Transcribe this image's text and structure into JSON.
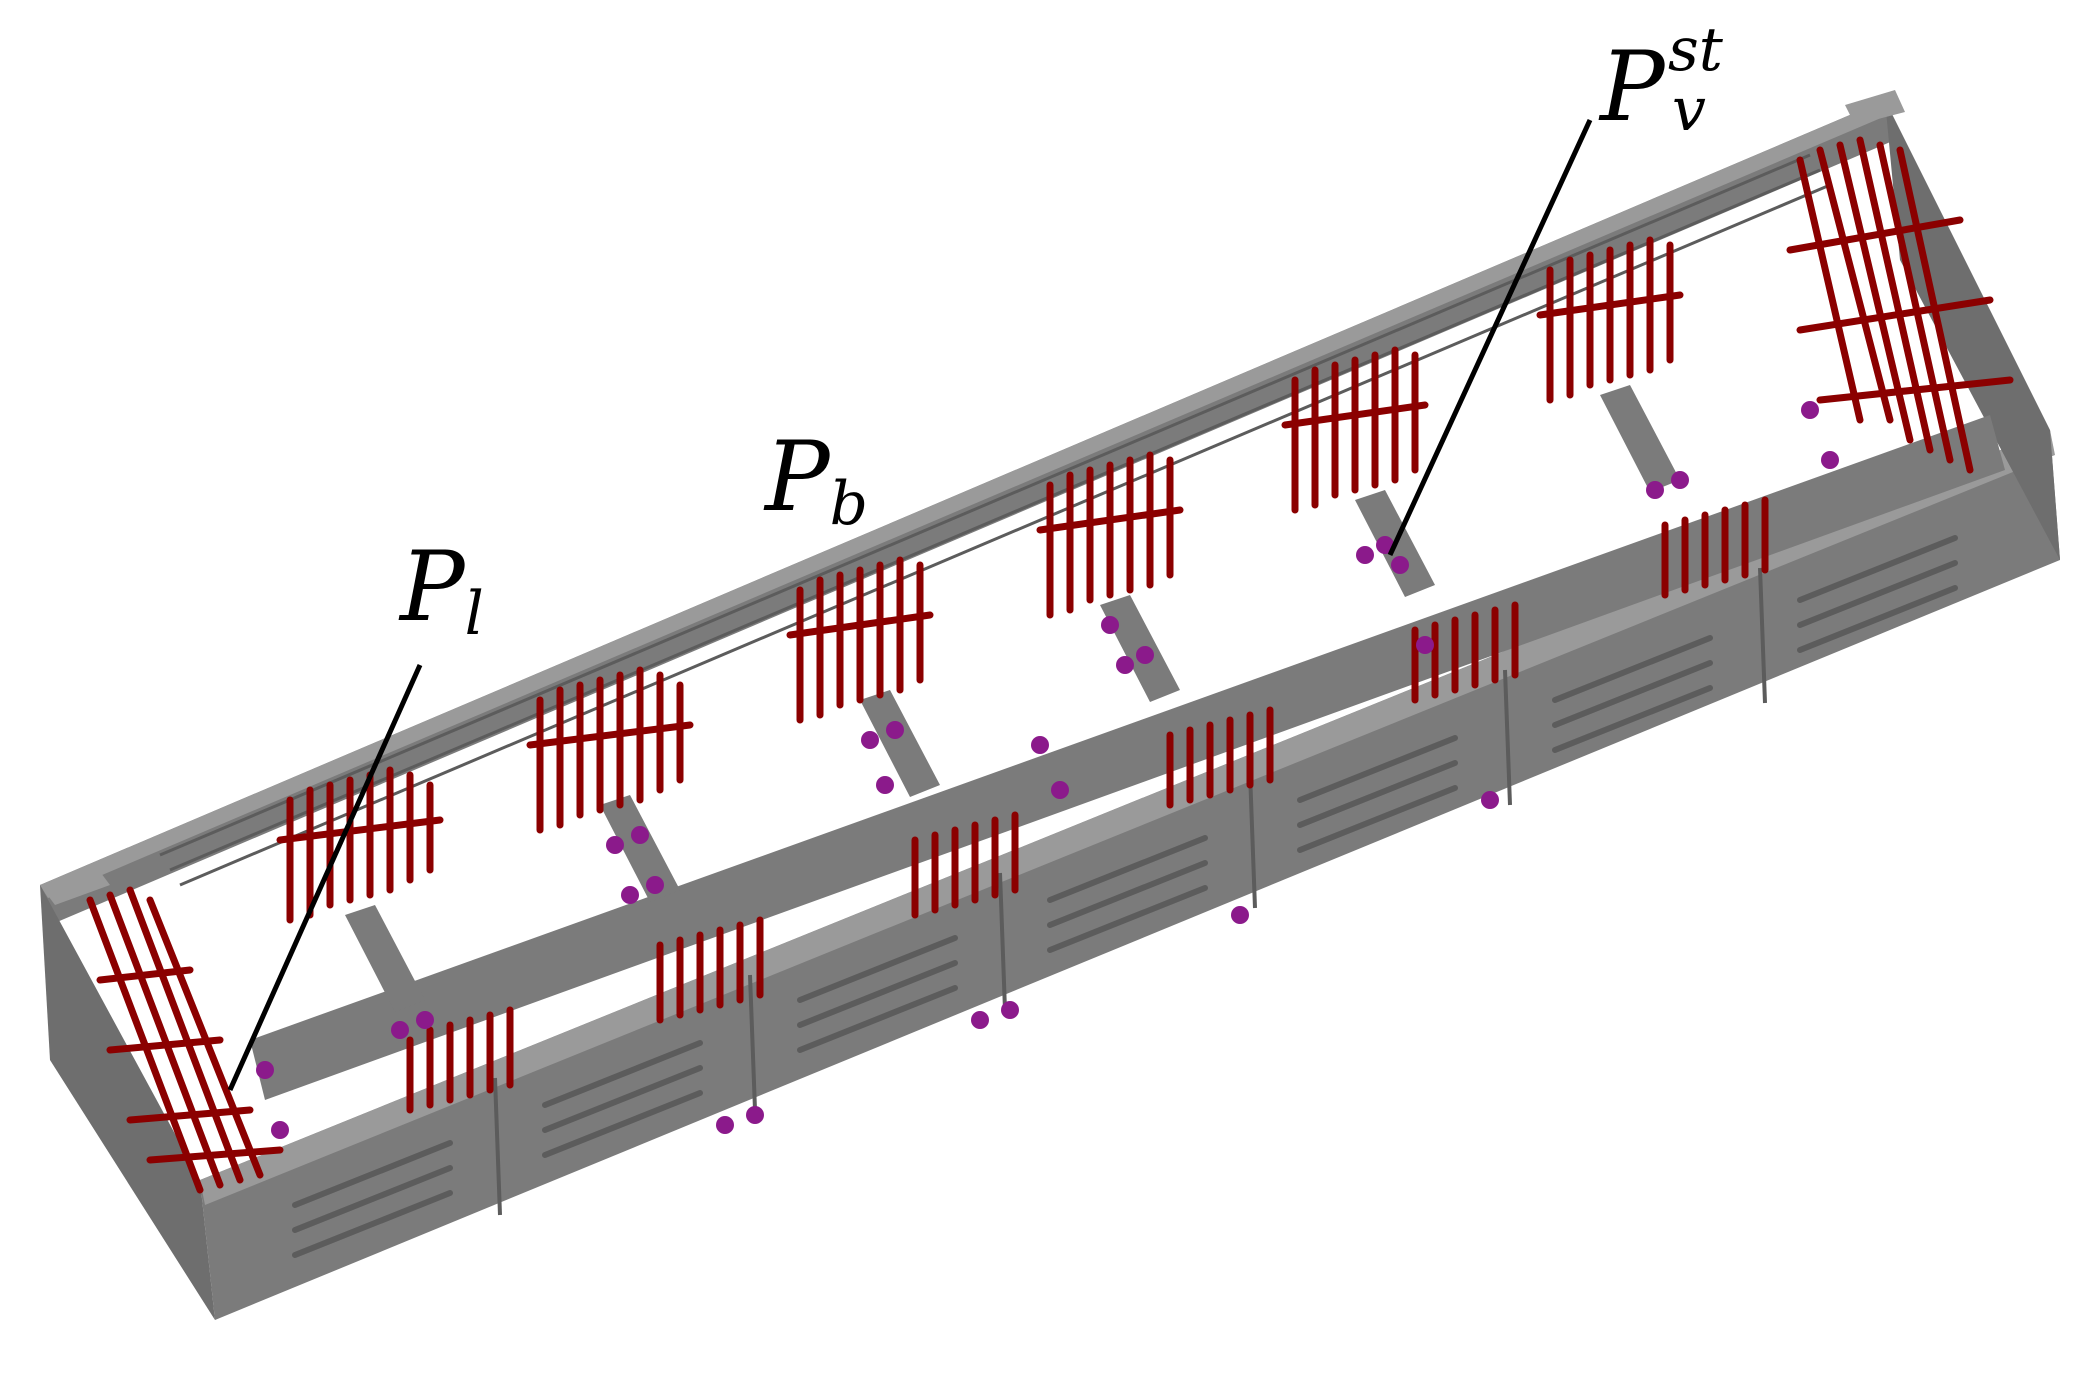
{
  "figure": {
    "labels": {
      "pl": {
        "main": "P",
        "sub": "l"
      },
      "pb": {
        "main": "P",
        "sub": "b"
      },
      "pv": {
        "main": "P",
        "sub": "v",
        "sup": "st"
      }
    },
    "colors": {
      "frame": "#7b7b7b",
      "frame_dark": "#5c5c5c",
      "frame_light": "#9a9a9a",
      "load_arrows": "#8b0000",
      "supports": "#8b1a8b",
      "leader": "#000000"
    }
  }
}
